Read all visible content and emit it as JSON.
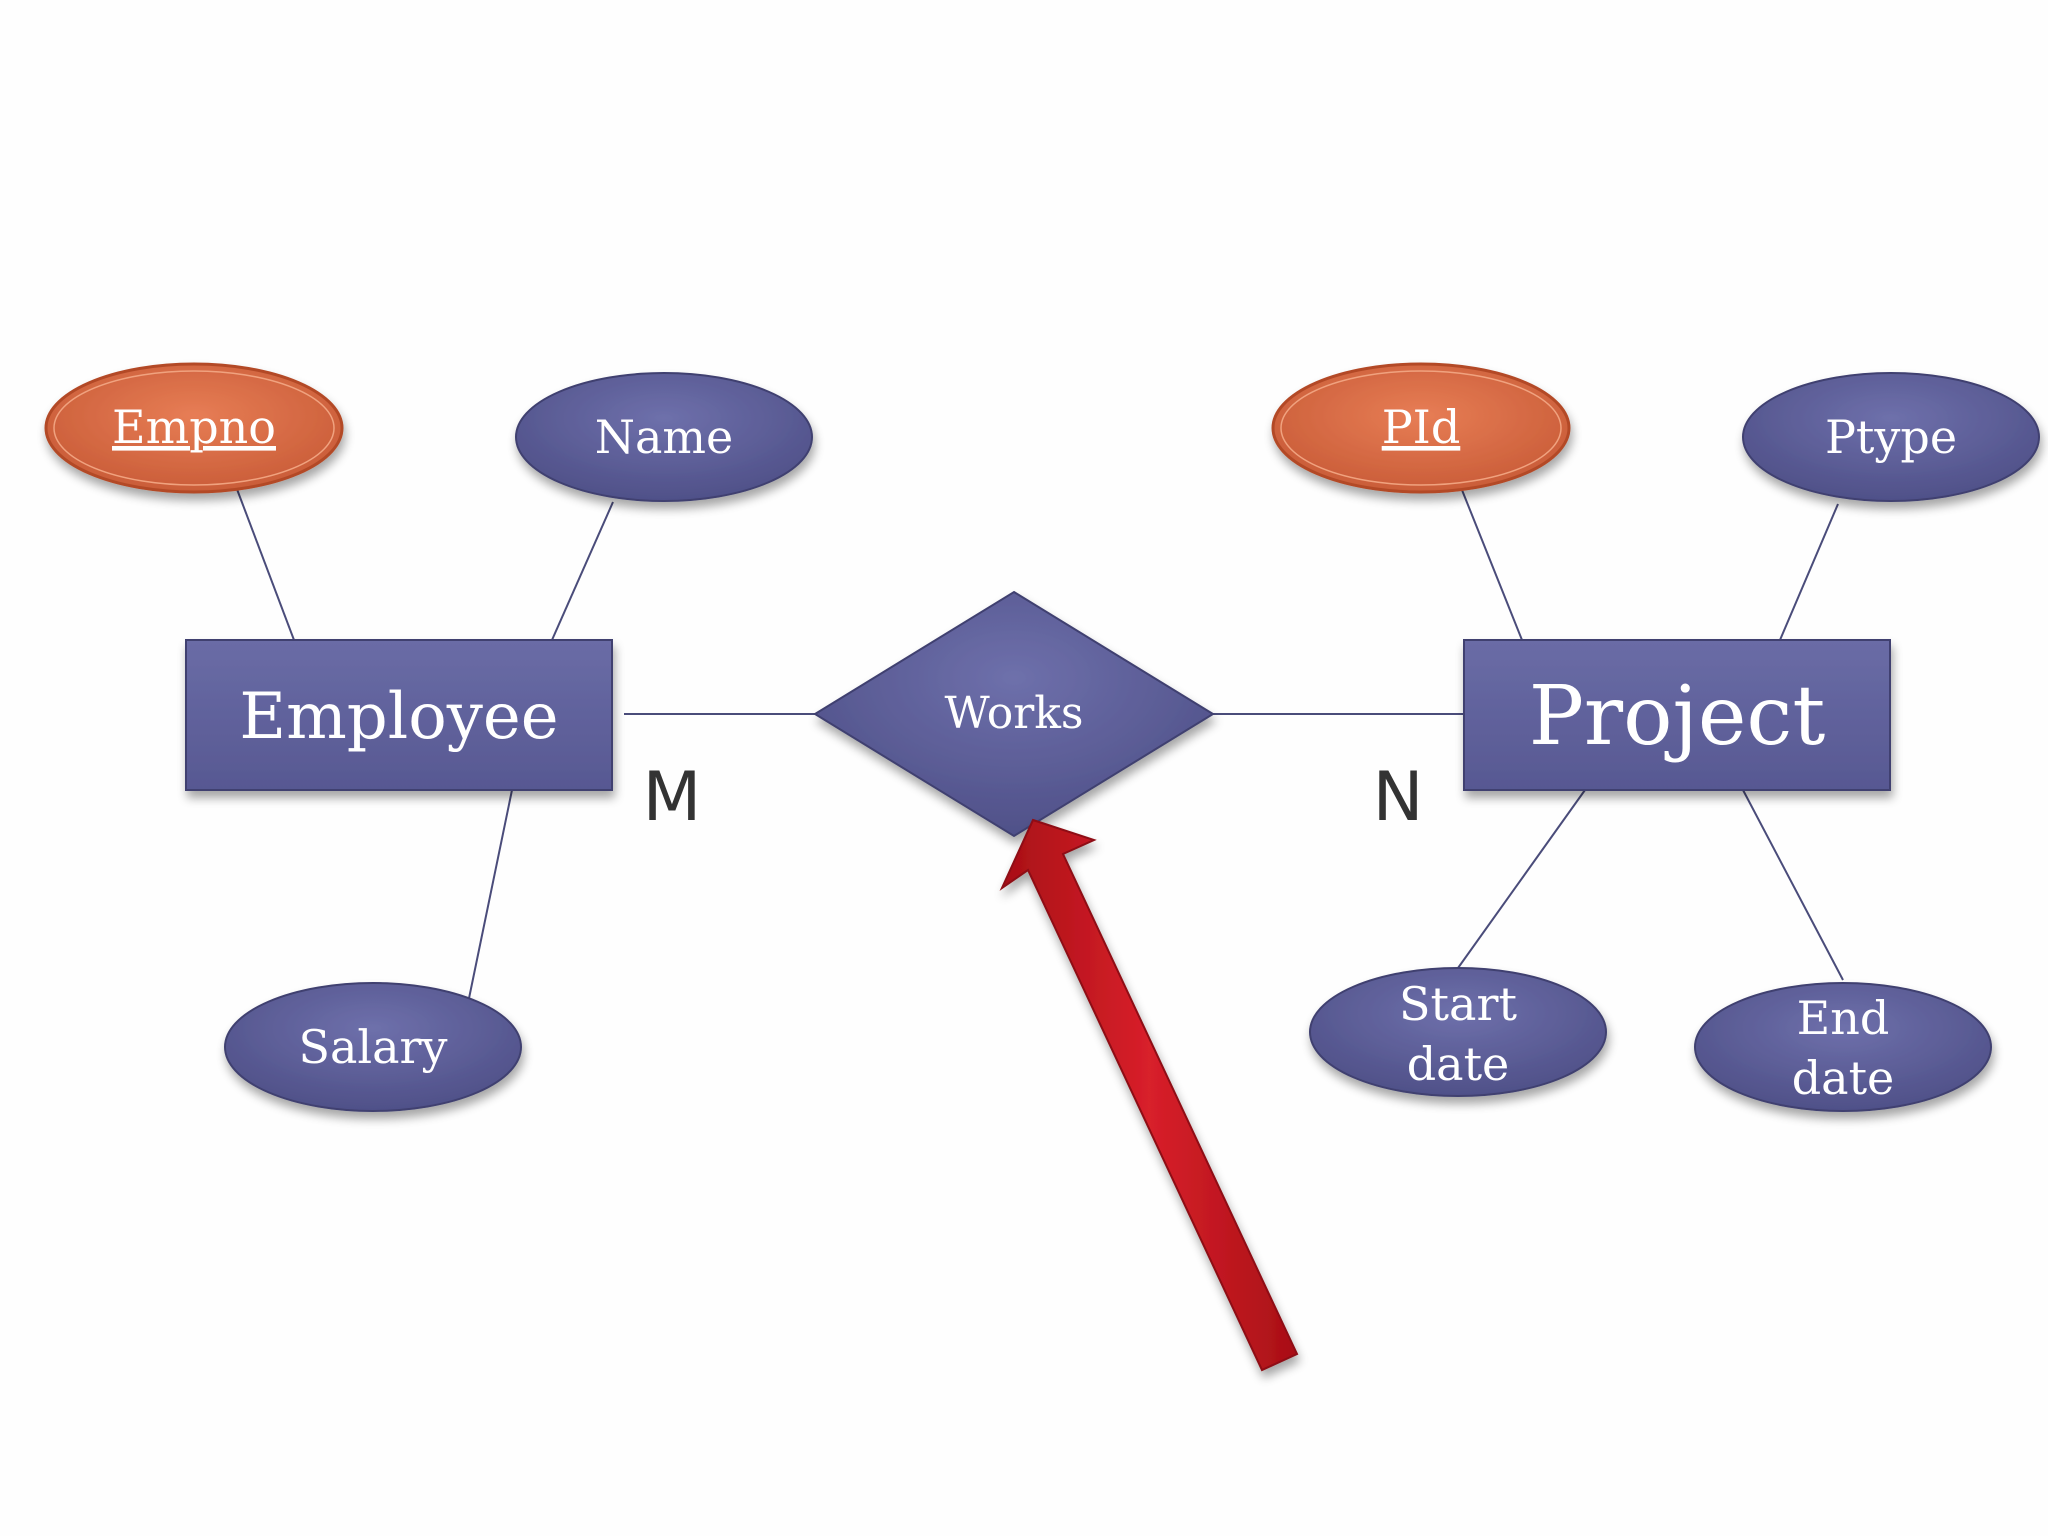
{
  "colors": {
    "entity_fill": "#5d5e96",
    "attribute_fill": "#5d5e96",
    "key_attribute_fill": "#d86f49",
    "line": "#4a4c7a",
    "text": "#ffffff",
    "arrow": "#c8141c",
    "cardinality": "#333333"
  },
  "entities": {
    "employee": "Employee",
    "project": "Project"
  },
  "relationship": {
    "works": "Works"
  },
  "attributes": {
    "empno": "Empno",
    "name": "Name",
    "salary": "Salary",
    "pid": "PId",
    "ptype": "Ptype",
    "start_date_line1": "Start",
    "start_date_line2": "date",
    "end_date_line1": "End",
    "end_date_line2": "date"
  },
  "cardinality": {
    "left": "M",
    "right": "N"
  }
}
